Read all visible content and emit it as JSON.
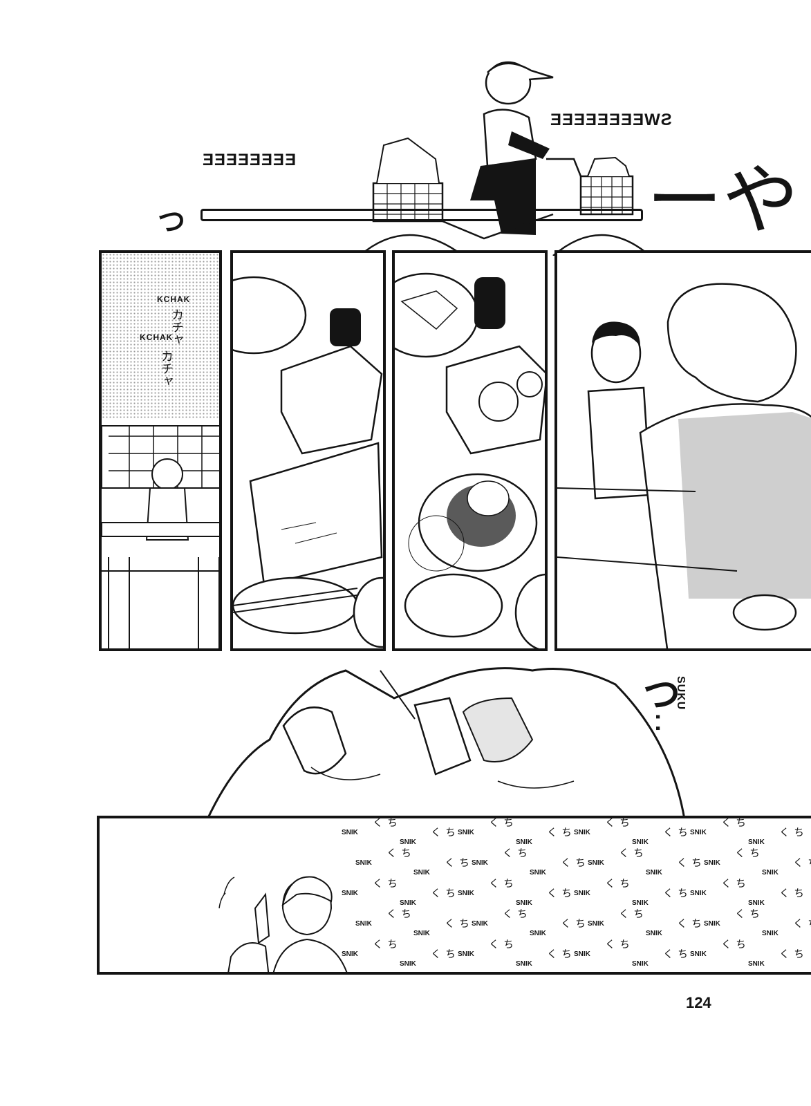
{
  "page": {
    "number": "124"
  },
  "top_scene": {
    "sfx_swee": "SWEEEEEEEE",
    "sfx_eeee": "EEEEEEEE",
    "sfx_kana_start": "つ",
    "sfx_kana_end": "ーやし"
  },
  "panel_kitchen": {
    "sfx": [
      {
        "latin": "KCHAK",
        "kana": "カチャ"
      },
      {
        "latin": "KCHAK",
        "kana": "カチャ"
      }
    ]
  },
  "panel_sewing": {
    "sfx_kana": "つ",
    "sfx_latin": "SUKU",
    "dots": "..."
  },
  "panel_bottom": {
    "snik_latin": "SNIK",
    "snik_kana": "ちく",
    "snik_positions_count": 40
  }
}
